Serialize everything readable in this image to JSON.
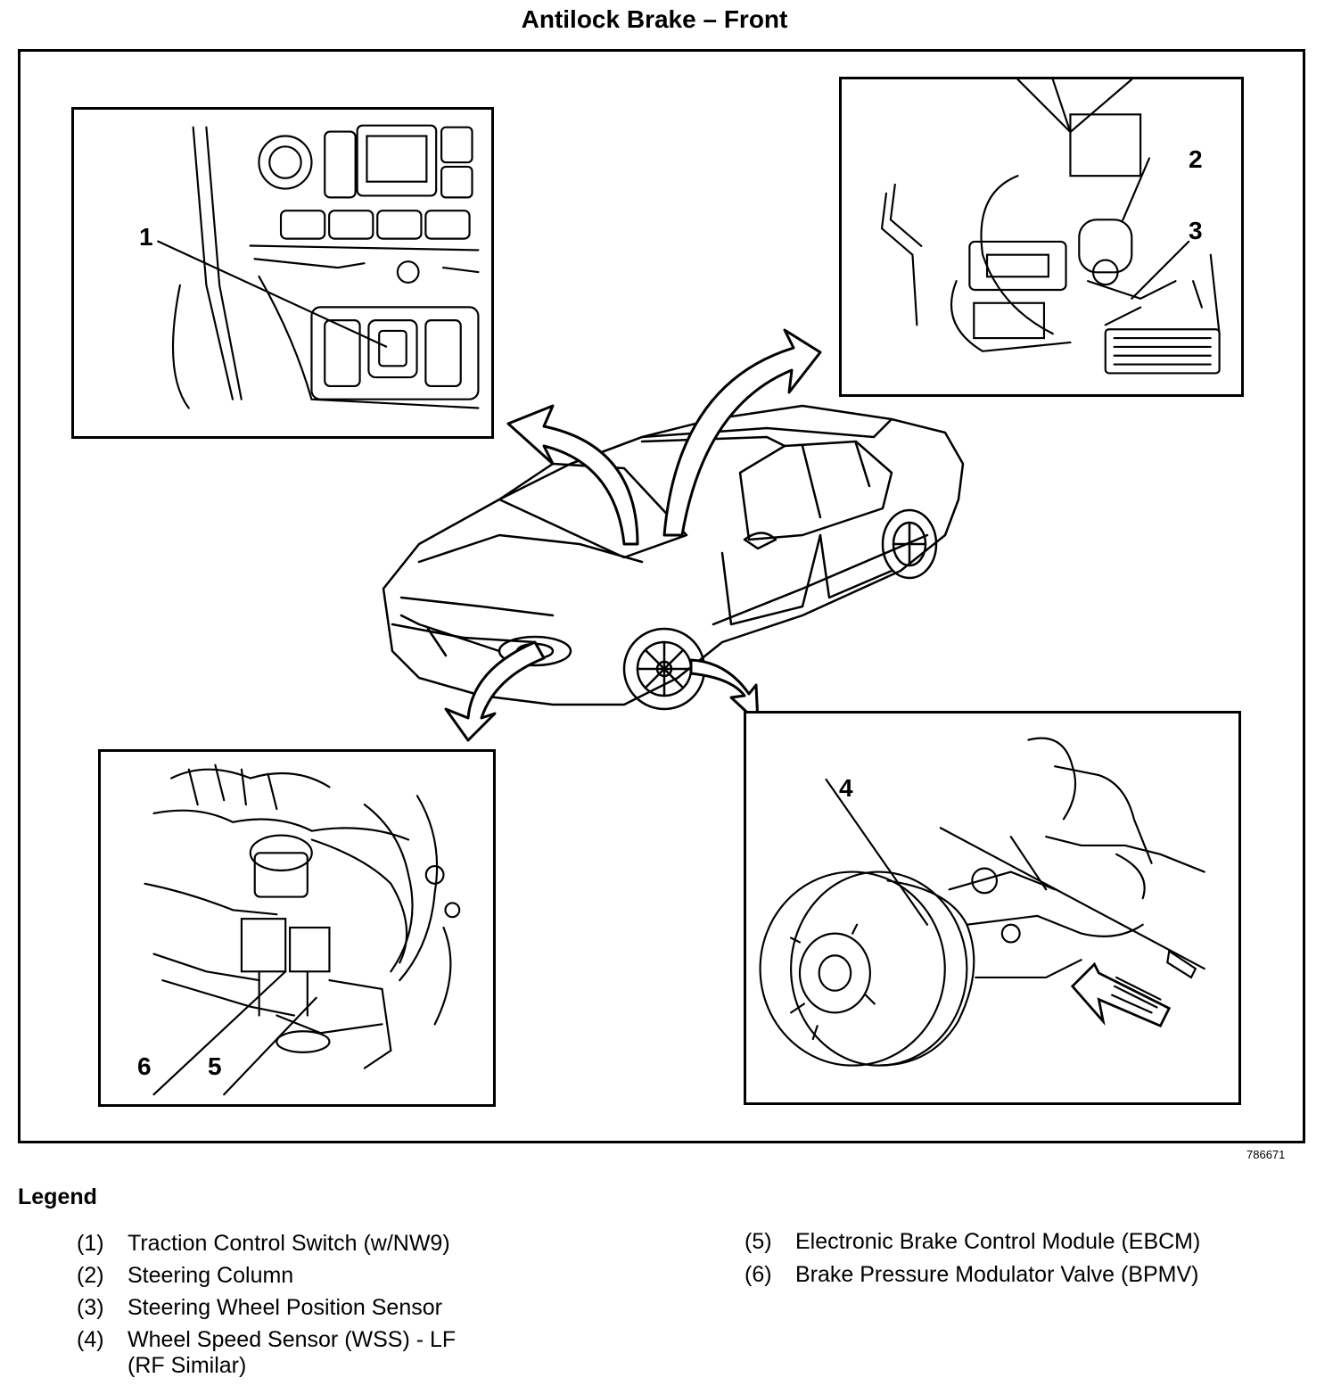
{
  "diagram": {
    "title": "Antilock Brake – Front",
    "figure_id": "786671",
    "callouts": [
      "1",
      "2",
      "3",
      "4",
      "5",
      "6"
    ]
  },
  "legend": {
    "heading": "Legend",
    "items": [
      {
        "num": "(1)",
        "text": "Traction Control Switch (w/NW9)"
      },
      {
        "num": "(2)",
        "text": "Steering Column"
      },
      {
        "num": "(3)",
        "text": "Steering Wheel Position Sensor"
      },
      {
        "num": "(4)",
        "text": "Wheel Speed Sensor (WSS) - LF",
        "text2": "(RF Similar)"
      },
      {
        "num": "(5)",
        "text": "Electronic Brake Control Module (EBCM)"
      },
      {
        "num": "(6)",
        "text": "Brake Pressure Modulator Valve (BPMV)"
      }
    ]
  }
}
